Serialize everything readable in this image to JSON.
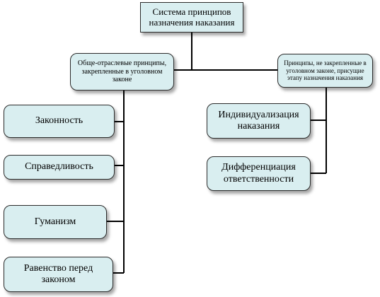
{
  "root": {
    "label": "Система принципов назначения наказания"
  },
  "left_group": {
    "label": "Обще-отраслевые принципы, закрепленные в уголовном законе",
    "items": [
      "Законность",
      "Справедливость",
      "Гуманизм",
      "Равенство перед законом"
    ]
  },
  "right_group": {
    "label": "Принципы, не закрепленные в уголовном законе, присущие этапу назначения наказания",
    "items": [
      "Индивидуализация наказания",
      "Дифференциация ответственности"
    ]
  }
}
